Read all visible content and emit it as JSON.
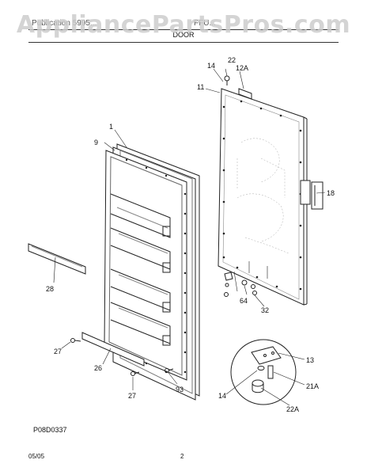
{
  "watermark": "AppliancePartsPros.com",
  "header": {
    "model_text": "Publication 5995...",
    "publication_text": "FFU..."
  },
  "section_title": "DOOR",
  "figure_code": "P08D0337",
  "footer": {
    "date": "05/05",
    "page": "2"
  },
  "callouts": [
    "22",
    "14",
    "12A",
    "11",
    "1",
    "9",
    "18",
    "28",
    "64",
    "32",
    "27",
    "26",
    "27",
    "93",
    "13",
    "21A",
    "14",
    "22A"
  ]
}
